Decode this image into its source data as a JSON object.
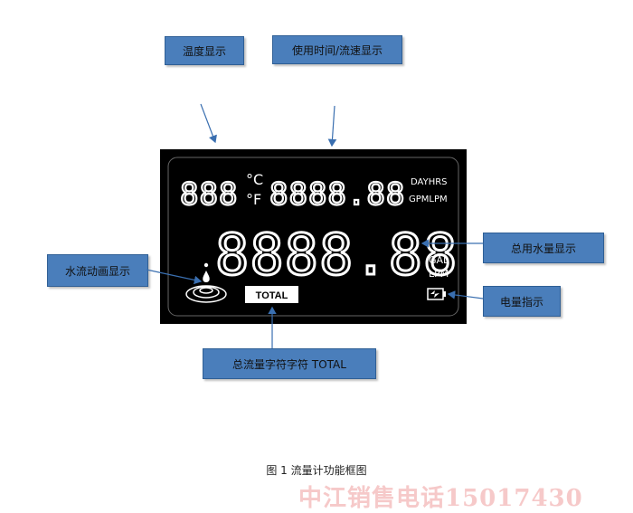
{
  "callouts": {
    "temperature": "温度显示",
    "time_flow": "使用时间/流速显示",
    "total_water": "总用水量显示",
    "flow_animation": "水流动画显示",
    "battery": "电量指示",
    "total_label": "总流量字符字符 TOTAL"
  },
  "lcd": {
    "temp_digits": "888",
    "deg_c": "°C",
    "deg_f": "°F",
    "time_digits": "8888.88",
    "dayhrs": "DAYHRS",
    "gpmlpm": "GPMLPM",
    "total_digits": "8888.88",
    "gal": "GAL",
    "lpm": "LPM",
    "total_badge": "TOTAL"
  },
  "caption": "图 1  流量计功能框图",
  "watermark": "中江销售电话15017430",
  "colors": {
    "callout_fill": "#4a7ebb",
    "lcd_background": "#000000",
    "segment": "#ffffff"
  }
}
